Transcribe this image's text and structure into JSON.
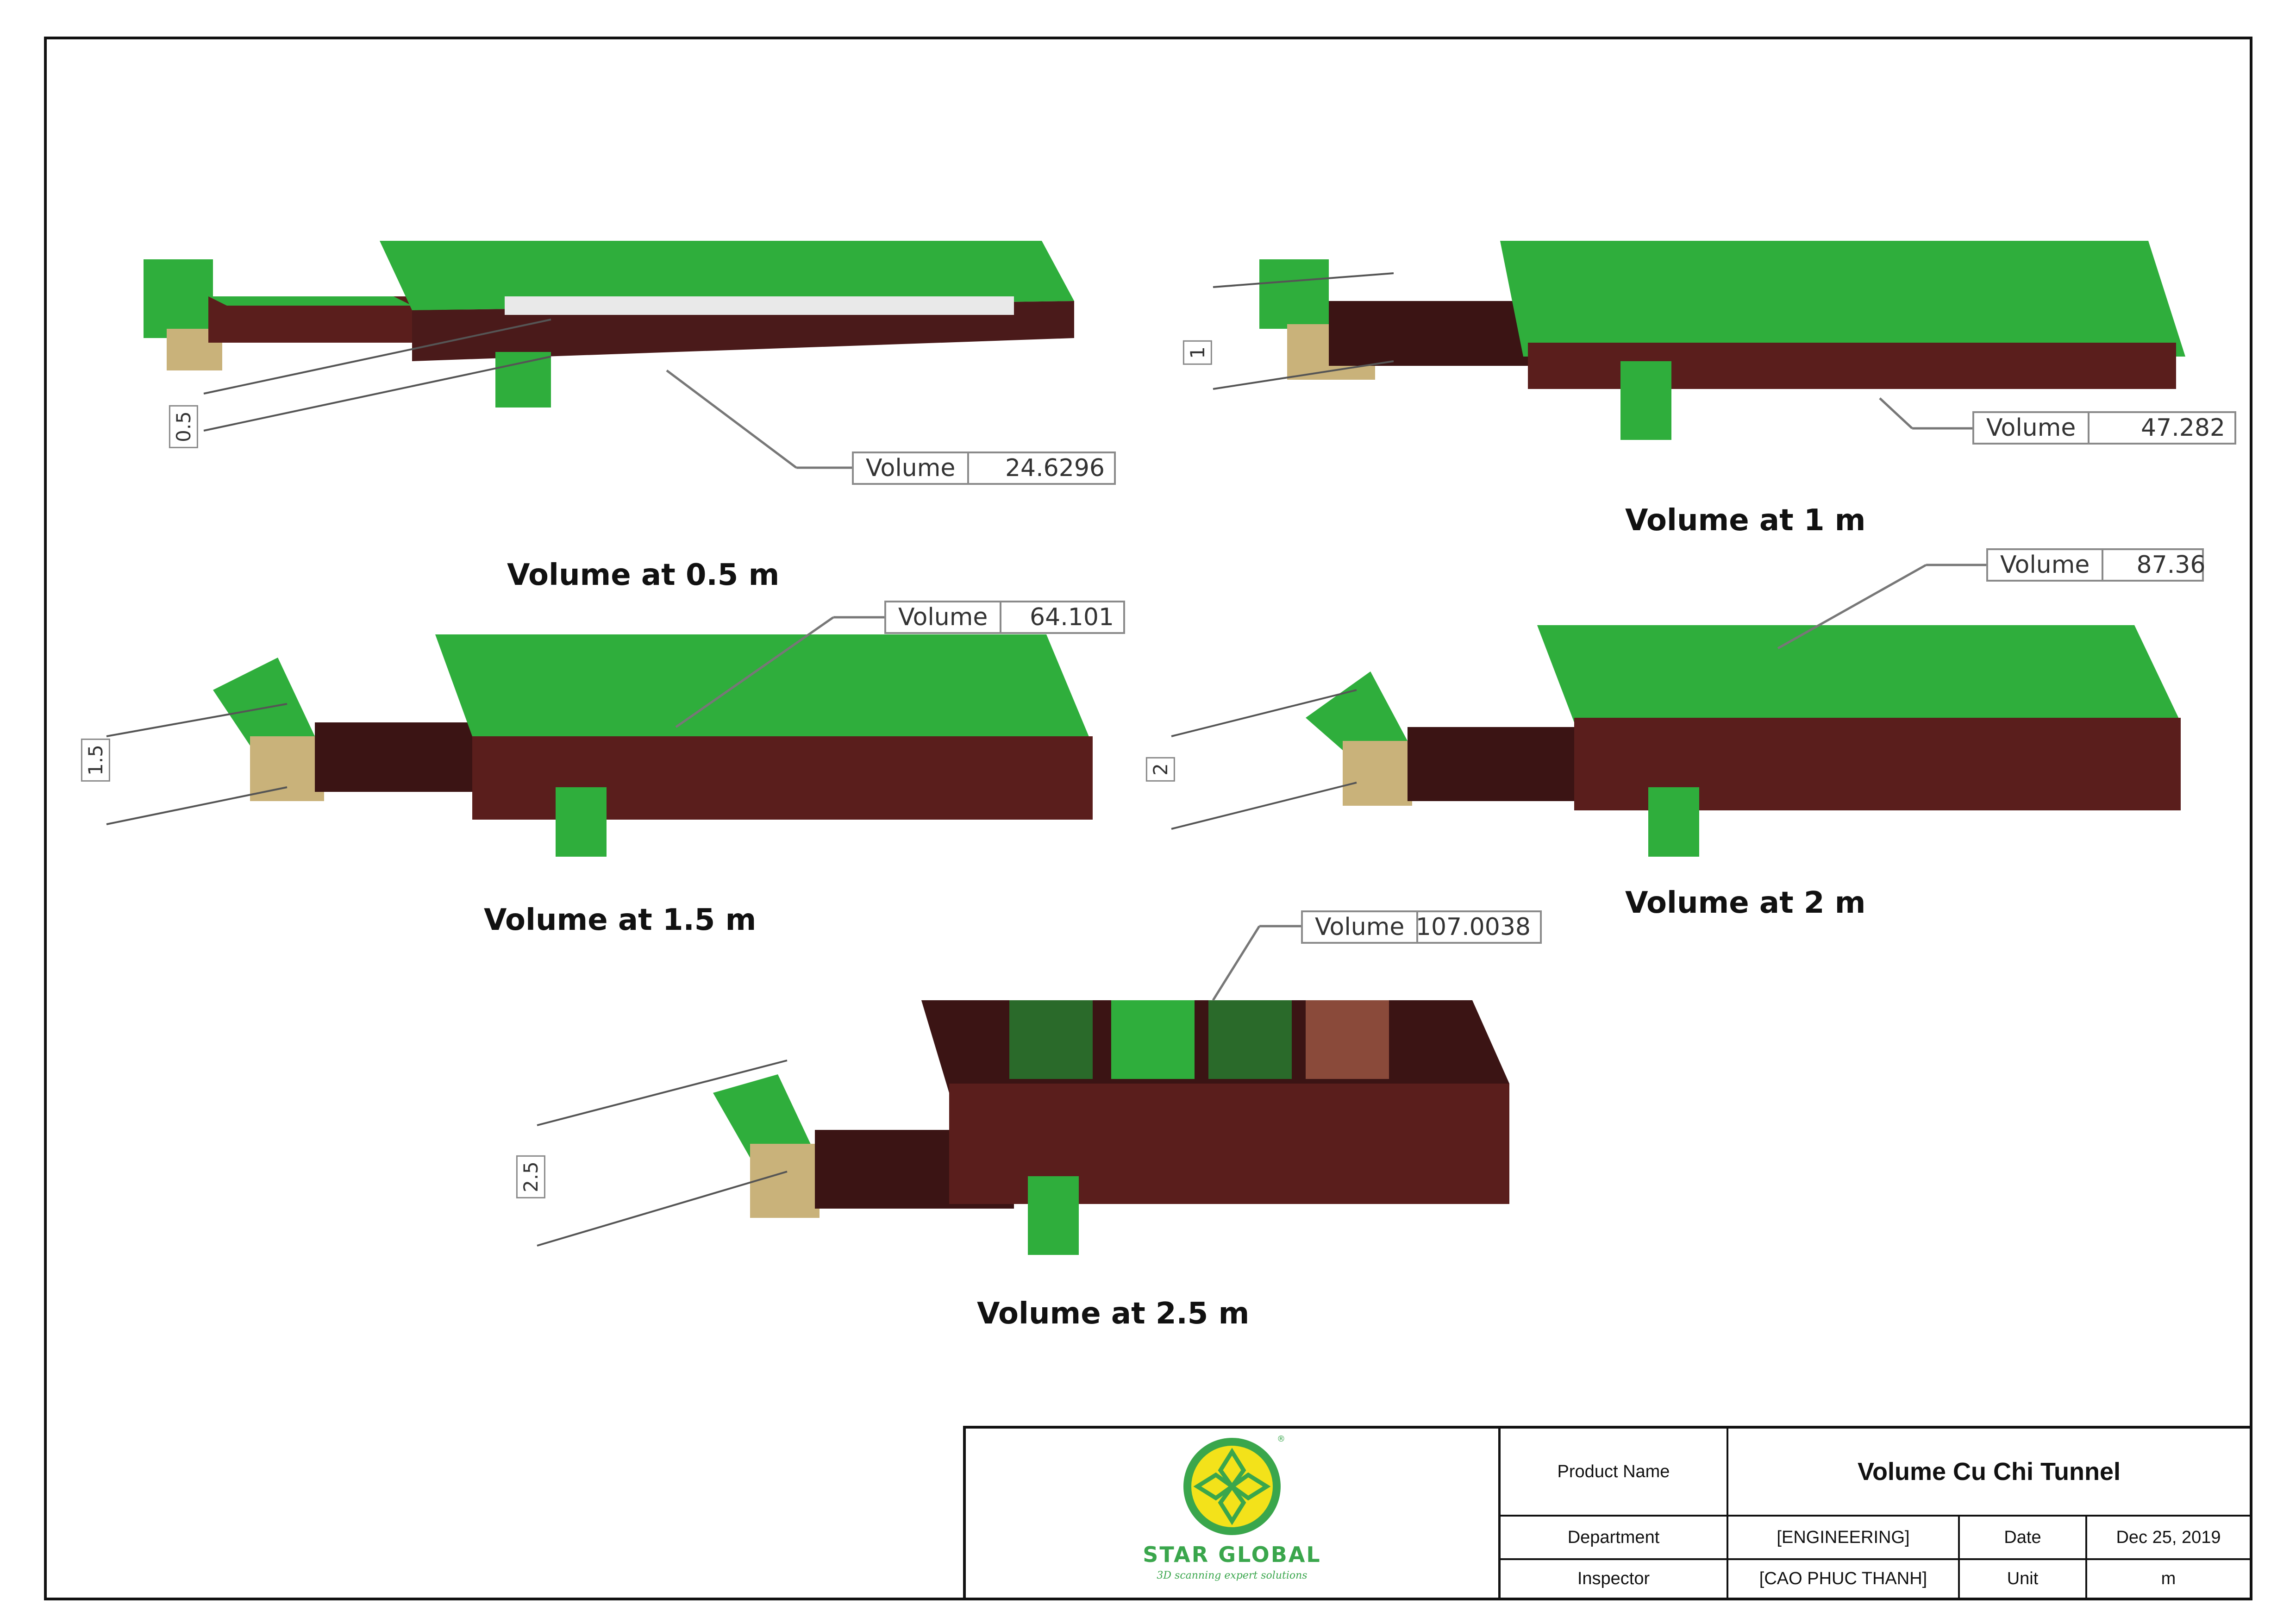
{
  "panels": [
    {
      "caption": "Volume at 0.5 m",
      "volume_label": "Volume",
      "volume_value": "24.6296",
      "dim": "0.5"
    },
    {
      "caption": "Volume at 1 m",
      "volume_label": "Volume",
      "volume_value": "47.282",
      "dim": "1"
    },
    {
      "caption": "Volume at 1.5 m",
      "volume_label": "Volume",
      "volume_value": "64.101",
      "dim": "1.5"
    },
    {
      "caption": "Volume at 2 m",
      "volume_label": "Volume",
      "volume_value": "87.36",
      "dim": "2"
    },
    {
      "caption": "Volume at 2.5 m",
      "volume_label": "Volume",
      "volume_value": "107.0038",
      "dim": "2.5"
    }
  ],
  "title_block": {
    "logo_name": "STAR GLOBAL",
    "logo_tagline": "3D scanning expert solutions",
    "product_name_label": "Product Name",
    "product_name_value": "Volume Cu Chi Tunnel",
    "department_label": "Department",
    "department_value": "[ENGINEERING]",
    "date_label": "Date",
    "date_value": "Dec 25, 2019",
    "inspector_label": "Inspector",
    "inspector_value": "[CAO PHUC THANH]",
    "unit_label": "Unit",
    "unit_value": "m"
  },
  "colors": {
    "mesh_green": "#2fae3c",
    "mesh_dark": "#5a1e1c",
    "mesh_sand": "#c9b27a",
    "logo_green": "#3aa64c",
    "logo_yellow": "#f3e21a"
  }
}
